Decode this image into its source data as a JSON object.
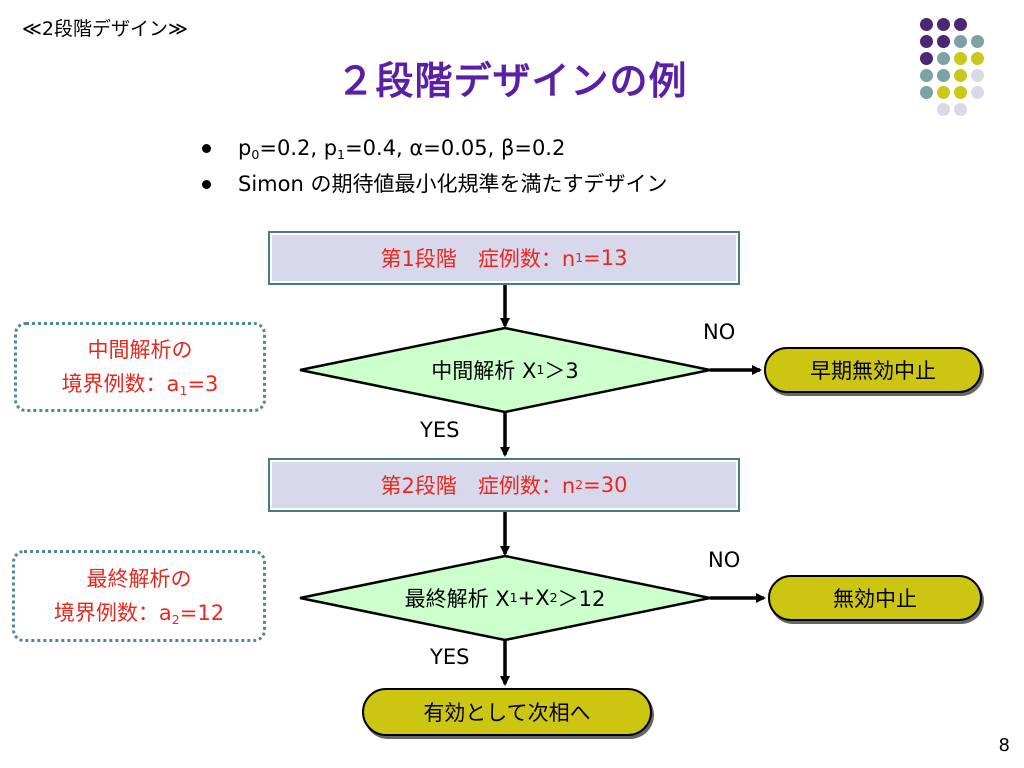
{
  "header": {
    "label": "≪2段階デザイン≫"
  },
  "title": "２段階デザインの例",
  "bullets": [
    {
      "parts": [
        "p",
        "0",
        "=0.2,  p",
        "1",
        "=0.4,  α=0.05,  β=0.2"
      ]
    },
    {
      "text": "Simon の期待値最小化規準を満たすデザイン"
    }
  ],
  "stage1": {
    "text": "第1段階　症例数：n",
    "sub": "1",
    "tail": "=13"
  },
  "interim": {
    "text": "中間解析 X",
    "sub": "1",
    "tail": "＞3"
  },
  "interim_boundary": {
    "line1": "中間解析の",
    "line2": "境界例数：a",
    "sub": "1",
    "tail": "=3"
  },
  "early_stop": "早期無効中止",
  "stage2": {
    "text": "第2段階　症例数：n",
    "sub": "2",
    "tail": "=30"
  },
  "final": {
    "text": "最終解析 X",
    "sub1": "1",
    "plus": "+X",
    "sub2": "2",
    "tail": "＞12"
  },
  "final_boundary": {
    "line1": "最終解析の",
    "line2": "境界例数：a",
    "sub": "2",
    "tail": "=12"
  },
  "futility_stop": "無効中止",
  "next_phase": "有効として次相へ",
  "labels": {
    "no": "NO",
    "yes": "YES"
  },
  "page_number": "8",
  "colors": {
    "title": "#5B1FA6",
    "stage_fill": "#D8D8EC",
    "diamond_fill": "#CCFFCC",
    "pill_fill": "#CCC512",
    "accent_text": "#E8281E",
    "dot_purple": "#4B2873",
    "dot_teal": "#7BA3A3",
    "dot_olive": "#C9C919",
    "dot_lavender": "#D9D9E8"
  }
}
